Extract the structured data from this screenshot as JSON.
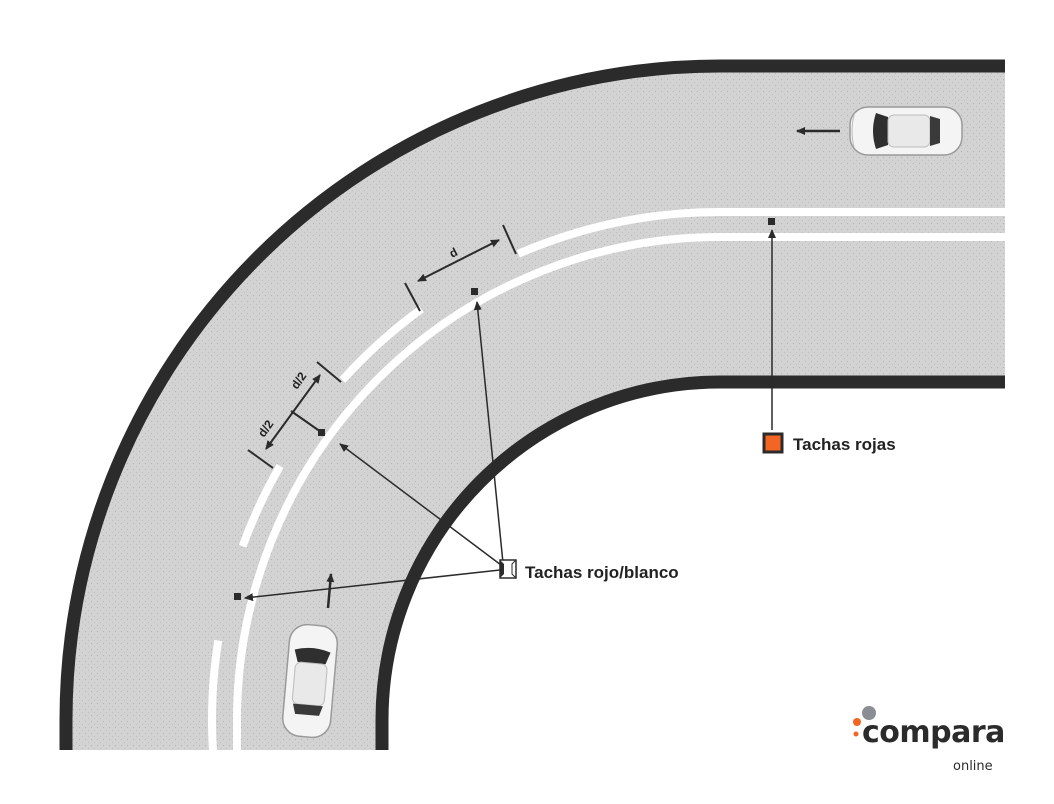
{
  "labels": {
    "red_studs": "Tachas rojas",
    "red_white_studs": "Tachas rojo/blanco",
    "dim_d": "d",
    "dim_half_1": "d/2",
    "dim_half_2": "d/2"
  },
  "logo": {
    "main": "compara",
    "sub": "online"
  },
  "colors": {
    "road": "#d3d3d3",
    "border": "#2b2b2b",
    "marking": "#ffffff",
    "red_stud": "#f26522",
    "logo_gray": "#8a8d91",
    "logo_orange": "#f26522"
  }
}
